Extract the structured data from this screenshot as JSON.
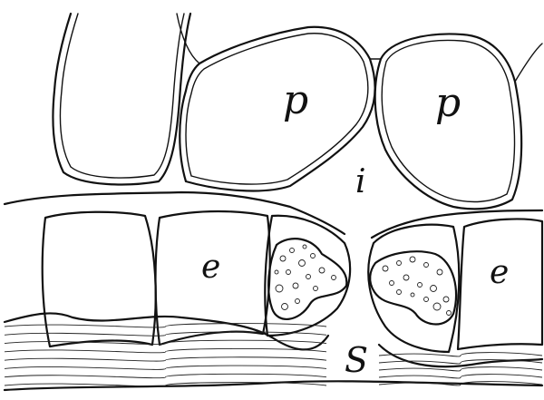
{
  "labels": {
    "parenchyma_left": "p",
    "parenchyma_right": "p",
    "intercellular_space": "i",
    "epidermal_cell_left": "e",
    "epidermal_cell_right": "e",
    "stoma": "S"
  }
}
